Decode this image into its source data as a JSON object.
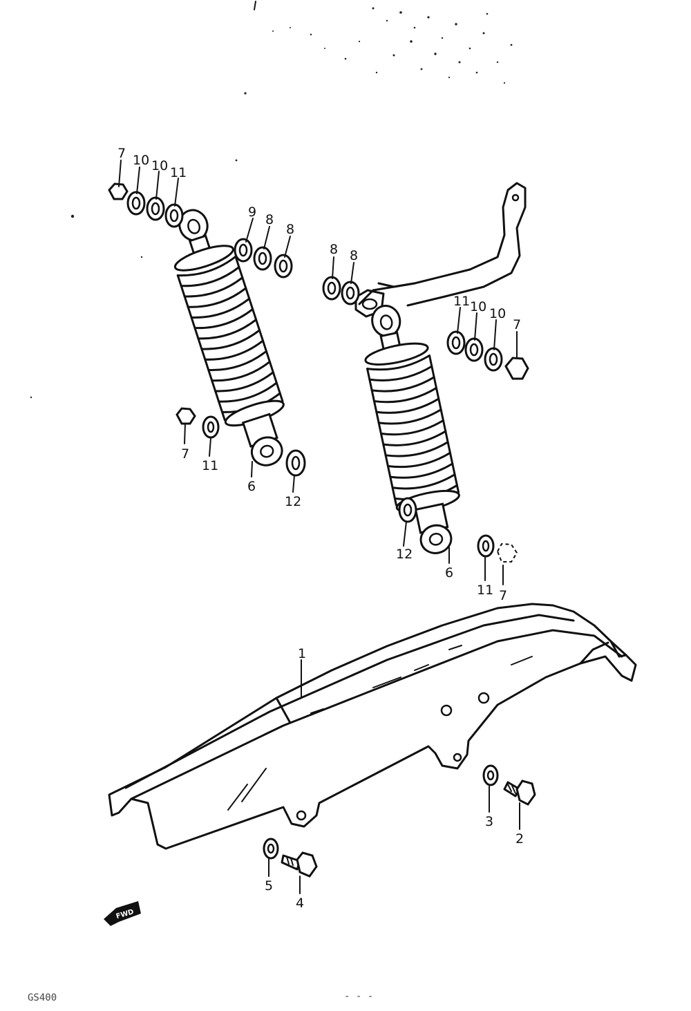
{
  "callouts": {
    "l1": "7",
    "l2": "10",
    "l3": "10",
    "l4": "11",
    "l5": "9",
    "l6": "8",
    "l7": "8",
    "l8": "8",
    "l9": "8",
    "l10": "7",
    "l11": "11",
    "l12": "6",
    "l13": "12",
    "l14": "11",
    "l15": "10",
    "l16": "10",
    "l17": "7",
    "l18": "12",
    "l19": "6",
    "l20": "11",
    "l21": "7",
    "l22": "1",
    "l23": "3",
    "l24": "2",
    "l25": "5",
    "l26": "4"
  },
  "fwd_badge": "FWD",
  "footer": {
    "model": "GS400",
    "page": "- - -"
  },
  "colors": {
    "ink": "#111111",
    "paper": "#ffffff"
  }
}
